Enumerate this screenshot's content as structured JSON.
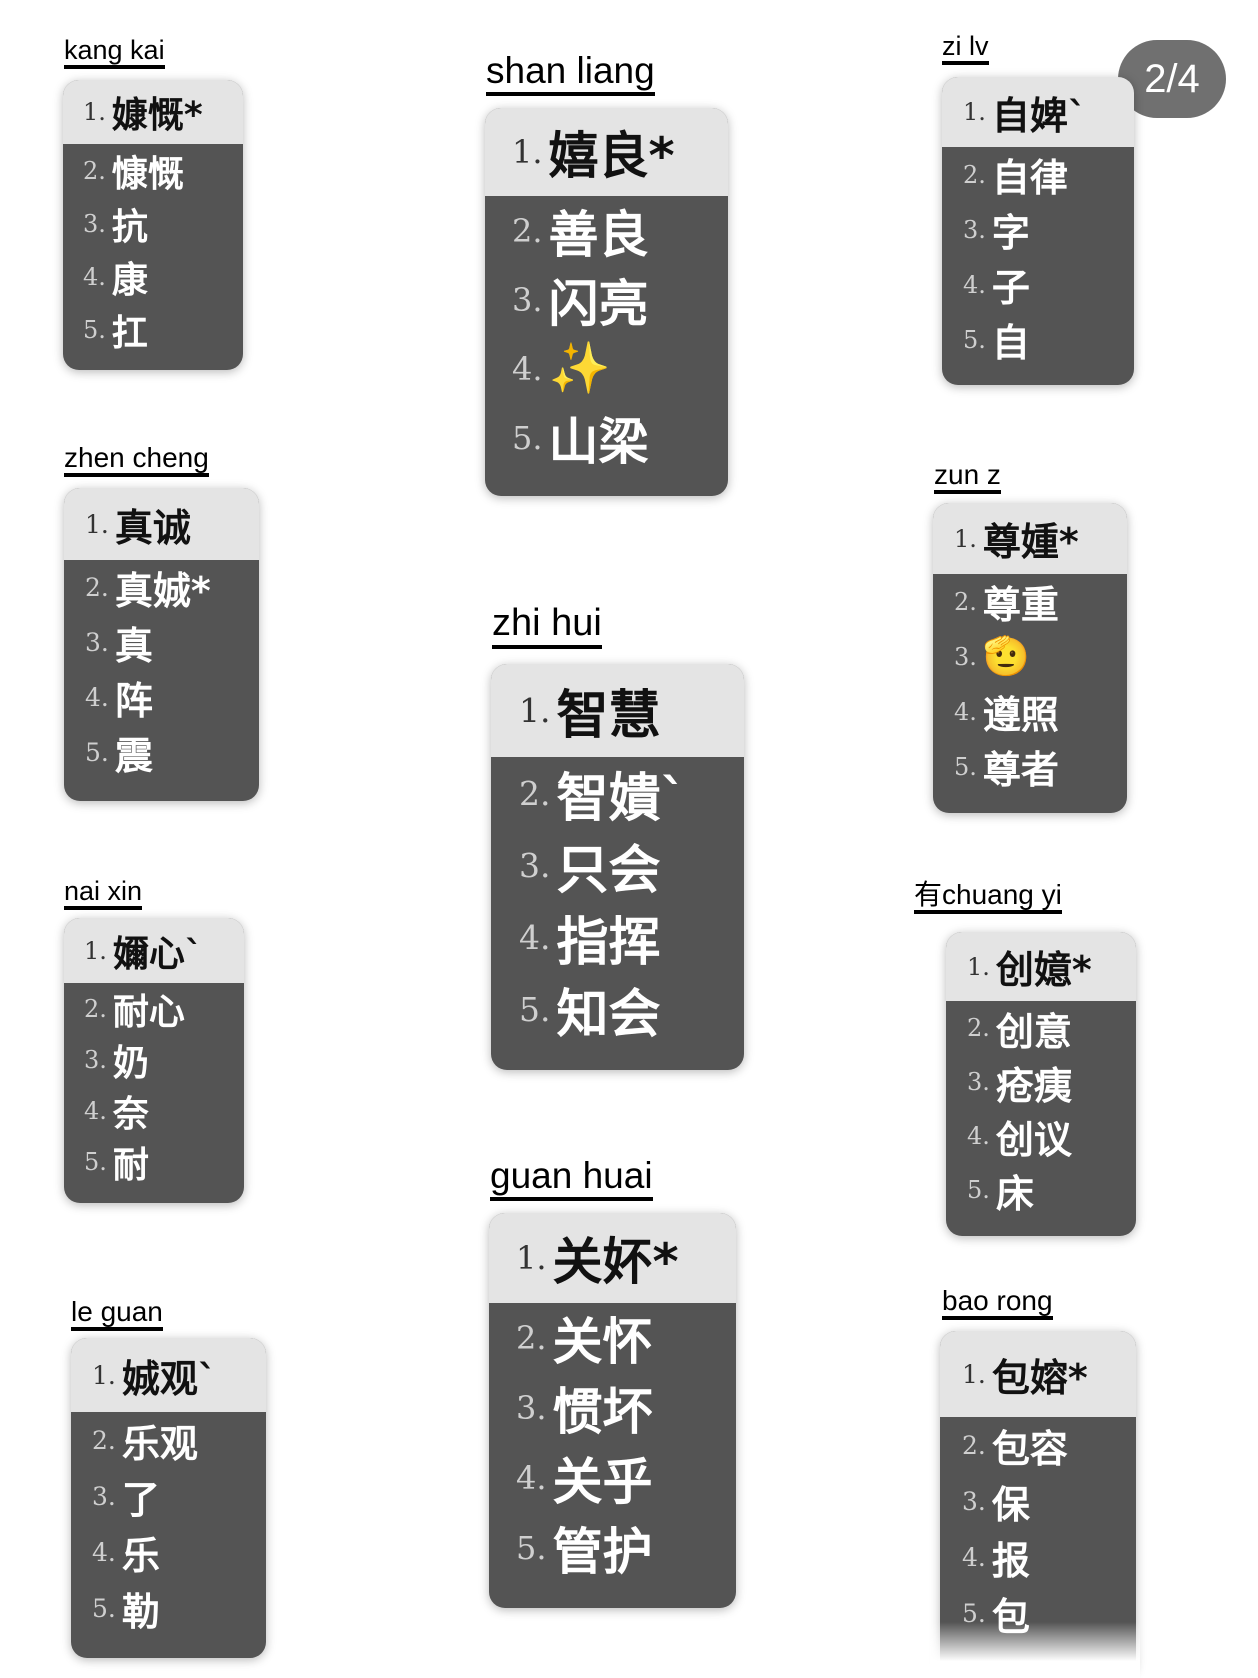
{
  "counter": "2/4",
  "cards": [
    {
      "id": "kang-kai",
      "pinyin": "kang kai",
      "candidates": [
        {
          "num": "1.",
          "text": "嫝慨*"
        },
        {
          "num": "2.",
          "text": "慷慨"
        },
        {
          "num": "3.",
          "text": "抗"
        },
        {
          "num": "4.",
          "text": "康"
        },
        {
          "num": "5.",
          "text": "扛"
        }
      ]
    },
    {
      "id": "shan-liang",
      "pinyin": "shan liang",
      "candidates": [
        {
          "num": "1.",
          "text": "嬉良*"
        },
        {
          "num": "2.",
          "text": "善良"
        },
        {
          "num": "3.",
          "text": "闪亮"
        },
        {
          "num": "4.",
          "text": "✨"
        },
        {
          "num": "5.",
          "text": "山梁"
        }
      ]
    },
    {
      "id": "zi-lv",
      "pinyin": "zi lv",
      "candidates": [
        {
          "num": "1.",
          "text": "自婢`"
        },
        {
          "num": "2.",
          "text": "自律"
        },
        {
          "num": "3.",
          "text": "字"
        },
        {
          "num": "4.",
          "text": "子"
        },
        {
          "num": "5.",
          "text": "自"
        }
      ]
    },
    {
      "id": "zhen-cheng",
      "pinyin": "zhen cheng",
      "candidates": [
        {
          "num": "1.",
          "text": "真诚"
        },
        {
          "num": "2.",
          "text": "真娍*"
        },
        {
          "num": "3.",
          "text": "真"
        },
        {
          "num": "4.",
          "text": "阵"
        },
        {
          "num": "5.",
          "text": "震"
        }
      ]
    },
    {
      "id": "zun-z",
      "pinyin": "zun z",
      "candidates": [
        {
          "num": "1.",
          "text": "尊媑*"
        },
        {
          "num": "2.",
          "text": "尊重"
        },
        {
          "num": "3.",
          "text": "🫡"
        },
        {
          "num": "4.",
          "text": "遵照"
        },
        {
          "num": "5.",
          "text": "尊者"
        }
      ]
    },
    {
      "id": "zhi-hui",
      "pinyin": "zhi hui",
      "candidates": [
        {
          "num": "1.",
          "text": "智慧"
        },
        {
          "num": "2.",
          "text": "智嬇`"
        },
        {
          "num": "3.",
          "text": "只会"
        },
        {
          "num": "4.",
          "text": "指挥"
        },
        {
          "num": "5.",
          "text": "知会"
        }
      ]
    },
    {
      "id": "nai-xin",
      "pinyin": "nai xin",
      "candidates": [
        {
          "num": "1.",
          "text": "嬭心`"
        },
        {
          "num": "2.",
          "text": "耐心"
        },
        {
          "num": "3.",
          "text": "奶"
        },
        {
          "num": "4.",
          "text": "奈"
        },
        {
          "num": "5.",
          "text": "耐"
        }
      ]
    },
    {
      "id": "chuang-yi",
      "pinyin": "有chuang yi",
      "candidates": [
        {
          "num": "1.",
          "text": "创嬑*"
        },
        {
          "num": "2.",
          "text": "创意"
        },
        {
          "num": "3.",
          "text": "疮痍"
        },
        {
          "num": "4.",
          "text": "创议"
        },
        {
          "num": "5.",
          "text": "床"
        }
      ]
    },
    {
      "id": "guan-huai",
      "pinyin": "guan huai",
      "candidates": [
        {
          "num": "1.",
          "text": "关妚*"
        },
        {
          "num": "2.",
          "text": "关怀"
        },
        {
          "num": "3.",
          "text": "惯坏"
        },
        {
          "num": "4.",
          "text": "关乎"
        },
        {
          "num": "5.",
          "text": "管护"
        }
      ]
    },
    {
      "id": "le-guan",
      "pinyin": "le guan",
      "candidates": [
        {
          "num": "1.",
          "text": "娍观`"
        },
        {
          "num": "2.",
          "text": "乐观"
        },
        {
          "num": "3.",
          "text": "了"
        },
        {
          "num": "4.",
          "text": "乐"
        },
        {
          "num": "5.",
          "text": "勒"
        }
      ]
    },
    {
      "id": "bao-rong",
      "pinyin": "bao rong",
      "candidates": [
        {
          "num": "1.",
          "text": "包嫆*"
        },
        {
          "num": "2.",
          "text": "包容"
        },
        {
          "num": "3.",
          "text": "保"
        },
        {
          "num": "4.",
          "text": "报"
        },
        {
          "num": "5.",
          "text": "包"
        }
      ]
    }
  ]
}
